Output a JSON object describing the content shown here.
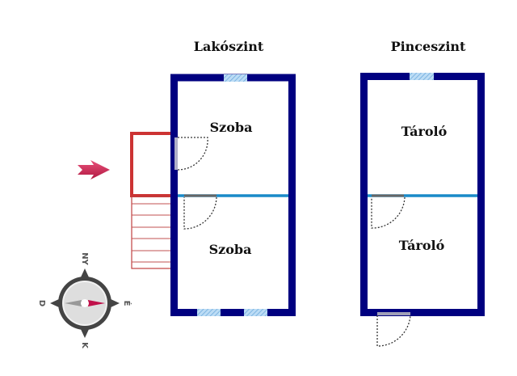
{
  "floors": [
    {
      "title": "Lakószint",
      "rooms": [
        "Szoba",
        "Szoba"
      ]
    },
    {
      "title": "Pinceszint",
      "rooms": [
        "Tároló",
        "Tároló"
      ]
    }
  ],
  "compass": {
    "north": "NY",
    "east": "É",
    "south": "K",
    "west": "D"
  },
  "colors": {
    "wall": "#000080",
    "partition": "#1a8ac8",
    "window": "#a8d0f0",
    "entrance": "#cc3333",
    "arrow": "#d83060"
  }
}
